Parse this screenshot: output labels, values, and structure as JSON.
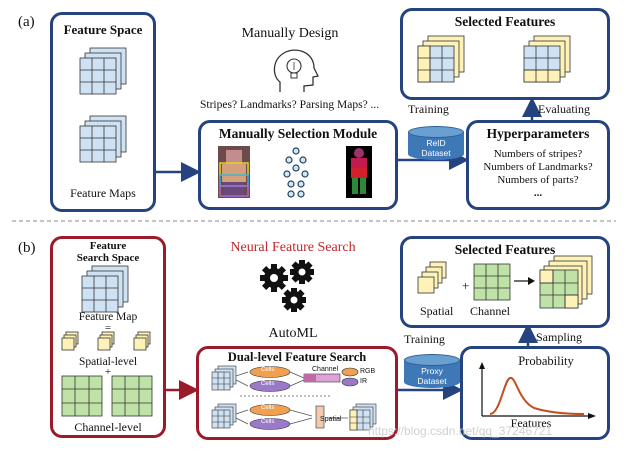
{
  "panel_a": {
    "label": "(a)",
    "feature_space": {
      "title": "Feature Space",
      "caption": "Feature Maps"
    },
    "manual_design": {
      "title": "Manually Design",
      "questions": "Stripes? Landmarks? Parsing Maps? ..."
    },
    "selection_module": {
      "title": "Manually Selection Module"
    },
    "dataset": "ReID\nDataset",
    "training": "Training",
    "evaluating": "Evaluating",
    "selected": {
      "title": "Selected Features"
    },
    "hyper": {
      "title": "Hyperparameters",
      "items": [
        "Numbers of stripes?",
        "Numbers of Landmarks?",
        "Numbers of  parts?",
        "..."
      ]
    }
  },
  "panel_b": {
    "label": "(b)",
    "search_space": {
      "title_line1": "Feature",
      "title_line2": "Search Space",
      "feature_map": "Feature Map",
      "equals": "=",
      "spatial": "Spatial-level",
      "plus": "+",
      "channel": "Channel-level"
    },
    "nfs_title": "Neural Feature Search",
    "automl": "AutoML",
    "dual": {
      "title": "Dual-level Feature Search",
      "cells_top": [
        "Cells",
        "Cells"
      ],
      "cells_bottom": [
        "Cells",
        "Cells"
      ],
      "channel": "Channel",
      "spatial": "Spatial",
      "rgb": "RGB",
      "ir": "IR"
    },
    "dataset": "Proxy\nDataset",
    "training": "Training",
    "sampling": "Sampling",
    "selected": {
      "title": "Selected Features",
      "spatial": "Spatial",
      "plus": "+",
      "channel": "Channel"
    },
    "probability": {
      "title": "Probability",
      "xlabel": "Features"
    }
  },
  "watermark": "https://blog.csdn.net/qq_37246721",
  "colors": {
    "blue_border": "#24437f",
    "red_border": "#9b1b2b",
    "nfs_red": "#c0282e",
    "cyl": "#3f78b6",
    "grid_blue": "#cfe2f3",
    "grid_yellow": "#fff2b8",
    "grid_green": "#bfe3a6",
    "cell_orange": "#f0a050",
    "cell_purple": "#9a7ac8"
  },
  "icons": [
    "lightbulb-head-icon",
    "gears-icon",
    "probability-curve-icon"
  ]
}
